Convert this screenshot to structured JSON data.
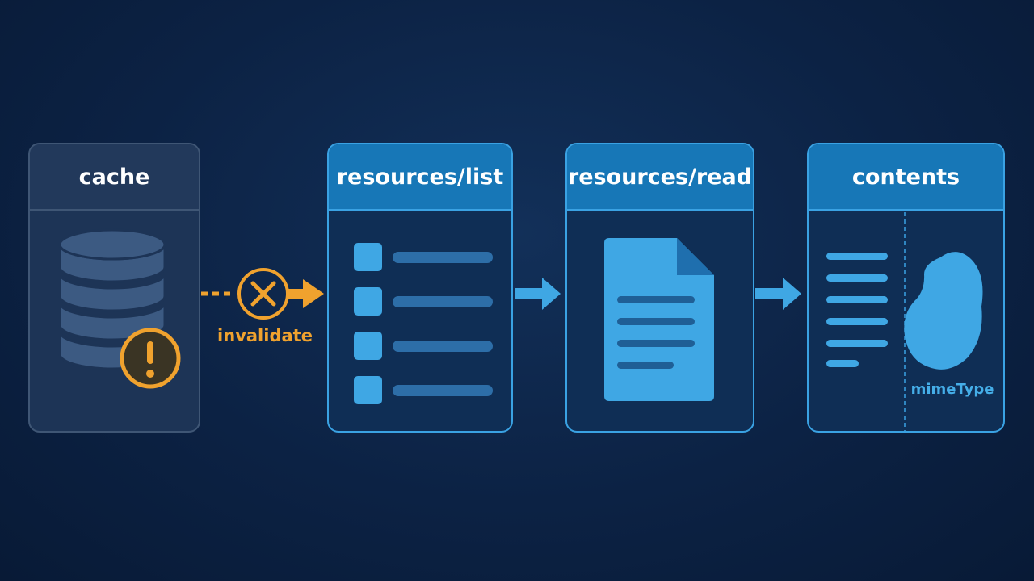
{
  "diagram": {
    "cache_card": {
      "title": "cache"
    },
    "invalidate_step": {
      "label": "invalidate"
    },
    "list_card": {
      "title": "resources/list"
    },
    "read_card": {
      "title": "resources/read"
    },
    "contents_card": {
      "title": "contents",
      "mime_label": "mimeType"
    }
  },
  "colors": {
    "accent_blue": "#3aa2e3",
    "icon_blue": "#3fa7e4",
    "warning_orange": "#f0a22e",
    "muted_card": "#1d3456",
    "background": "#0c2244"
  },
  "icons": [
    "database-icon",
    "warning-icon",
    "cancel-icon",
    "list-icon",
    "document-icon",
    "drop-shape-icon",
    "arrow-right-icon"
  ]
}
